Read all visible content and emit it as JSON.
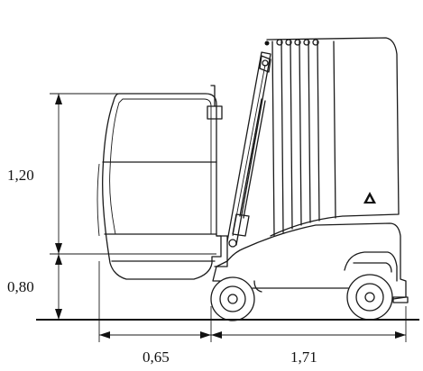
{
  "dimensions": {
    "basket_height": "1,20",
    "lower_height": "0,80",
    "basket_depth": "0,65",
    "wheelbase_length": "1,71"
  },
  "warning_symbol": "triangle-warning-icon",
  "colors": {
    "line": "#1a1a1a",
    "background": "#ffffff"
  }
}
